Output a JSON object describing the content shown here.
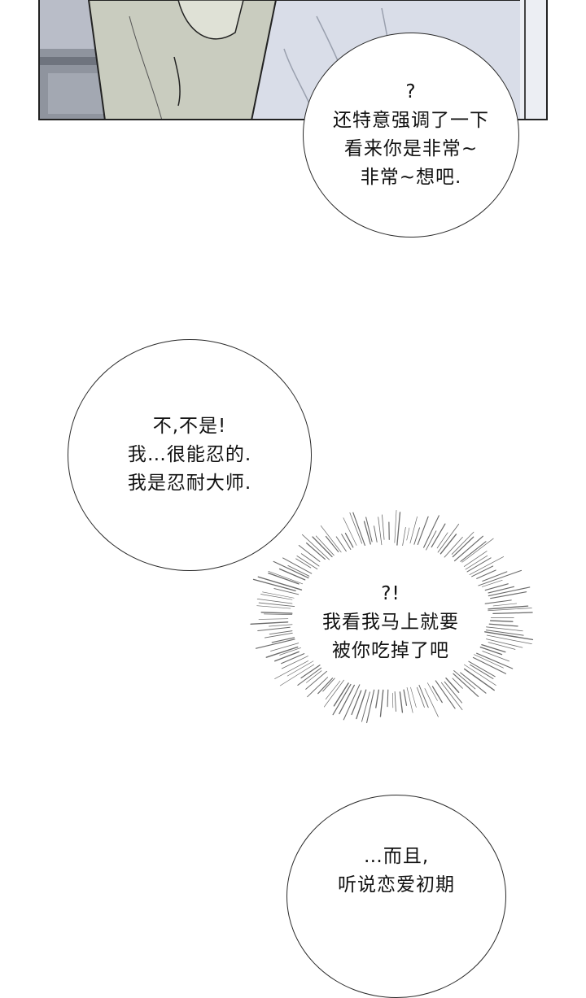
{
  "bubble_1": {
    "lines": [
      "?",
      "还特意强调了一下",
      "看来你是非常~",
      "非常~想吧."
    ]
  },
  "bubble_2": {
    "lines": [
      "不,不是!",
      "我…很能忍的.",
      "我是忍耐大师."
    ]
  },
  "burst": {
    "lines": [
      "?!",
      "我看我马上就要",
      "被你吃掉了吧"
    ]
  },
  "bubble_3": {
    "lines": [
      "…而且,",
      "听说恋爱初期"
    ]
  },
  "colors": {
    "panel_background": "#c9cdd6",
    "outline": "#2a2a2a",
    "shirt_left": "#c9ccbf",
    "shirt_right": "#d9dde8"
  }
}
